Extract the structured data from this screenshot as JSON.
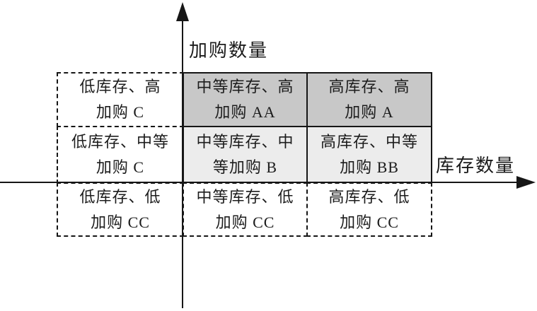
{
  "figure": {
    "y_axis_label": "加购数量",
    "x_axis_label": "库存数量"
  },
  "matrix": {
    "cells": [
      {
        "id": "r1c1",
        "line1": "低库存、高",
        "line2": "加购 C"
      },
      {
        "id": "r1c2",
        "line1": "中等库存、高",
        "line2": "加购 AA"
      },
      {
        "id": "r1c3",
        "line1": "高库存、高",
        "line2": "加购 A"
      },
      {
        "id": "r2c1",
        "line1": "低库存、中等",
        "line2": "加购 C"
      },
      {
        "id": "r2c2",
        "line1": "中等库存、中",
        "line2": "等加购 B"
      },
      {
        "id": "r2c3",
        "line1": "高库存、中等",
        "line2": "加购 BB"
      },
      {
        "id": "r3c1",
        "line1": "低库存、低",
        "line2": "加购 CC"
      },
      {
        "id": "r3c2",
        "line1": "中等库存、低",
        "line2": "加购 CC"
      },
      {
        "id": "r3c3",
        "line1": "高库存、低",
        "line2": "加购 CC"
      }
    ]
  },
  "colors": {
    "line": "#161616",
    "cell_dark_gray": "#c8c8c8",
    "cell_light_gray": "#ececec",
    "cell_white": "#ffffff",
    "page_bg": "#ffffff"
  }
}
